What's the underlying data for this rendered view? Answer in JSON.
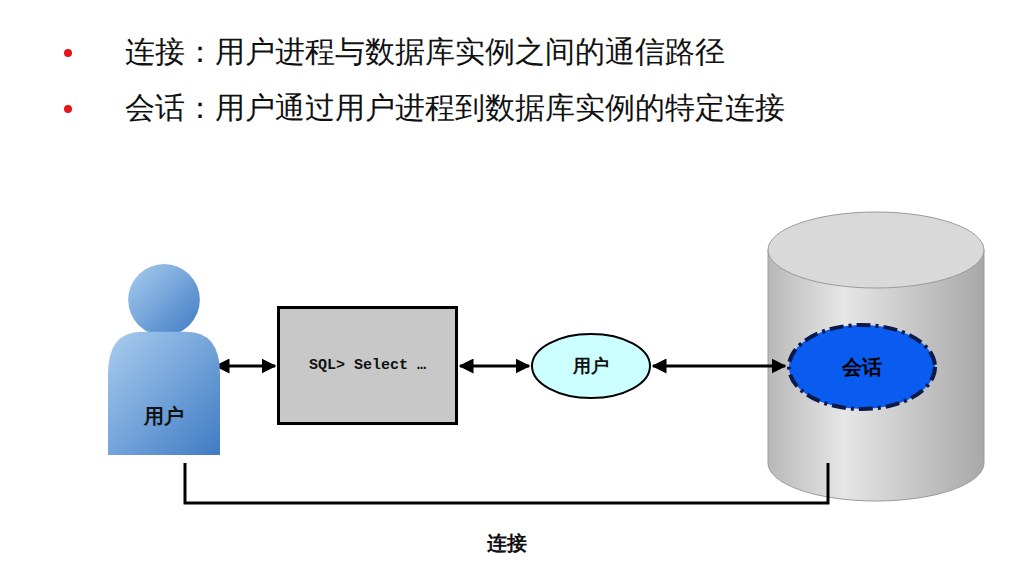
{
  "diagram": {
    "nodes": [
      {
        "text": [
          "用户"
        ]
      },
      {
        "text": [
          "SQL> Select …"
        ]
      },
      {
        "text": [
          "用户"
        ]
      },
      {
        "text": [
          "会话"
        ]
      }
    ],
    "edges": [
      {
        "from": 0,
        "to": 1,
        "arrow": "both"
      },
      {
        "from": 1,
        "to": 2,
        "arrow": "both"
      },
      {
        "from": 2,
        "to": 3,
        "arrow": "both"
      }
    ],
    "labels": [
      "连接：用户进程与数据库实例之间的通信路径",
      "会话：用户通过用户进程到数据库实例的特定连接",
      "连接"
    ]
  }
}
